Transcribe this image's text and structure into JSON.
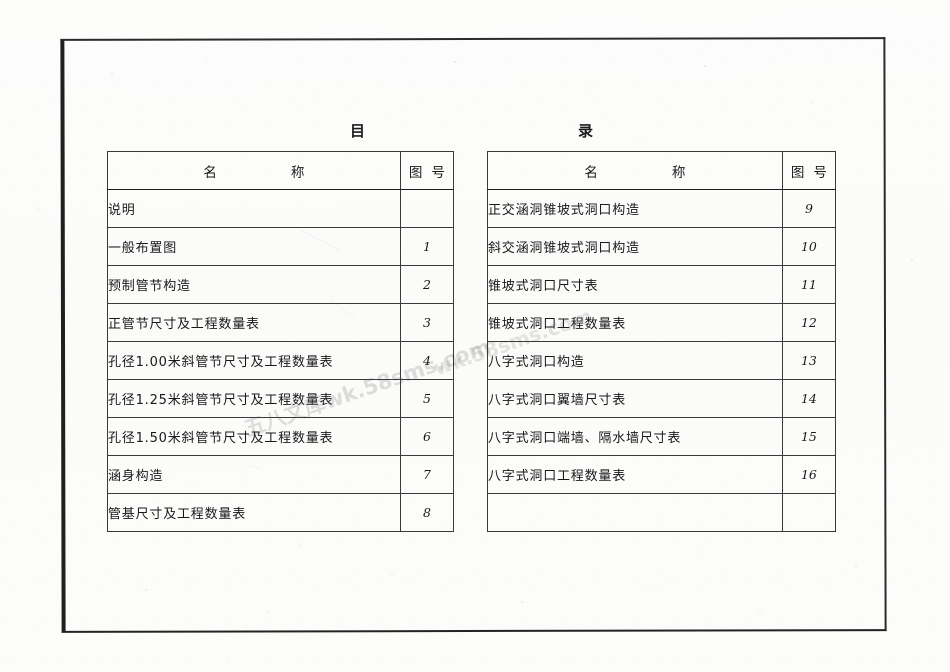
{
  "document": {
    "title_left": "目",
    "title_right": "录",
    "watermark_primary": "五八文库wk.58sms.com",
    "watermark_secondary": "wk.58sms.com"
  },
  "columns": {
    "name_header_left": "名",
    "name_header_right": "称",
    "number_header_left": "图",
    "number_header_right": "号"
  },
  "table_left": {
    "rows": [
      {
        "name": "说明",
        "number": ""
      },
      {
        "name": "一般布置图",
        "number": "1"
      },
      {
        "name": "预制管节构造",
        "number": "2"
      },
      {
        "name": "正管节尺寸及工程数量表",
        "number": "3"
      },
      {
        "name": "孔径1.00米斜管节尺寸及工程数量表",
        "number": "4"
      },
      {
        "name": "孔径1.25米斜管节尺寸及工程数量表",
        "number": "5"
      },
      {
        "name": "孔径1.50米斜管节尺寸及工程数量表",
        "number": "6"
      },
      {
        "name": "涵身构造",
        "number": "7"
      },
      {
        "name": "管基尺寸及工程数量表",
        "number": "8"
      }
    ]
  },
  "table_right": {
    "rows": [
      {
        "name": "正交涵洞锥坡式洞口构造",
        "number": "9"
      },
      {
        "name": "斜交涵洞锥坡式洞口构造",
        "number": "10"
      },
      {
        "name": "锥坡式洞口尺寸表",
        "number": "11"
      },
      {
        "name": "锥坡式洞口工程数量表",
        "number": "12"
      },
      {
        "name": "八字式洞口构造",
        "number": "13"
      },
      {
        "name": "八字式洞口翼墙尺寸表",
        "number": "14"
      },
      {
        "name": "八字式洞口端墙、隔水墙尺寸表",
        "number": "15"
      },
      {
        "name": "八字式洞口工程数量表",
        "number": "16"
      },
      {
        "name": "",
        "number": ""
      }
    ]
  }
}
